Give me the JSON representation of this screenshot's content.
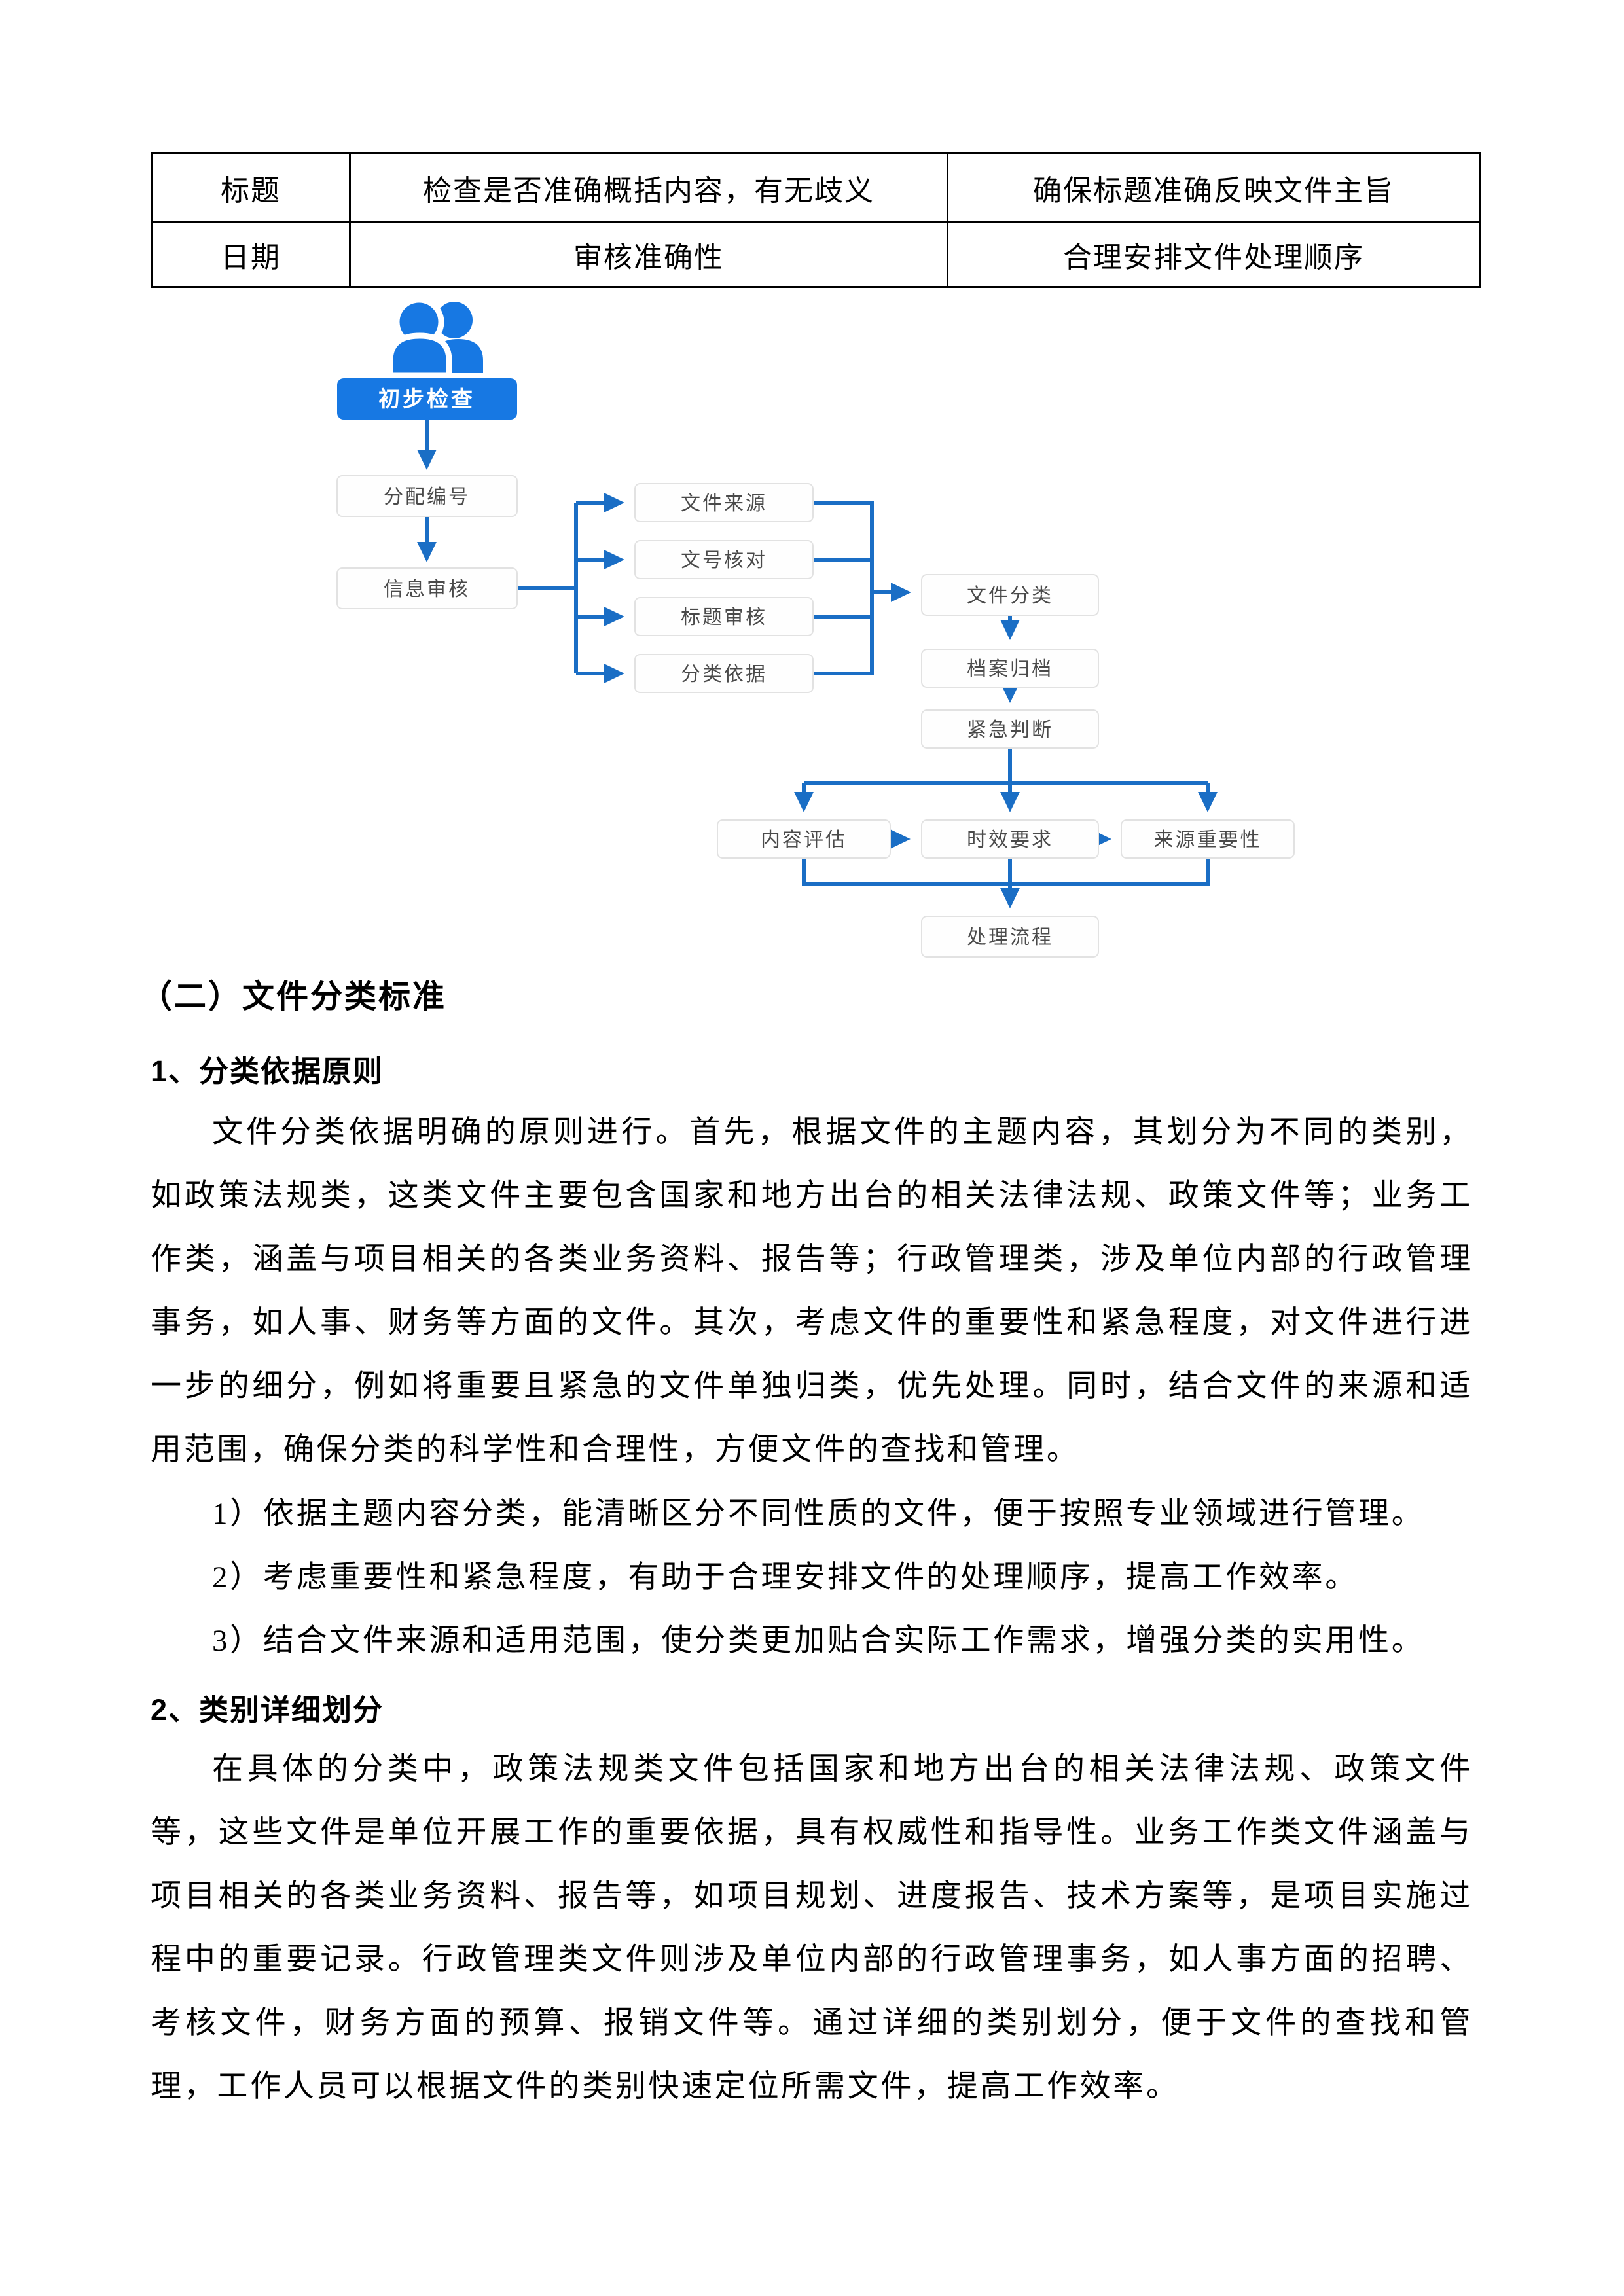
{
  "colors": {
    "accent_blue": "#1778e3",
    "line_blue": "#1a6ec5",
    "box_border": "#e2e2e2",
    "box_text": "#4a4a4a",
    "table_border": "#000000"
  },
  "table": {
    "rows": [
      {
        "label": "标题",
        "check": "检查是否准确概括内容，有无歧义",
        "purpose": "确保标题准确反映文件主旨"
      },
      {
        "label": "日期",
        "check": "审核准确性",
        "purpose": "合理安排文件处理顺序"
      }
    ]
  },
  "flowchart": {
    "icon": "people-icon",
    "nodes": {
      "start": "初步检查",
      "assign": "分配编号",
      "review": "信息审核",
      "branch_source": "文件来源",
      "branch_number": "文号核对",
      "branch_title": "标题审核",
      "branch_basis": "分类依据",
      "classify": "文件分类",
      "archive": "档案归档",
      "urgent": "紧急判断",
      "eval_content": "内容评估",
      "eval_time": "时效要求",
      "eval_origin": "来源重要性",
      "process": "处理流程"
    }
  },
  "content": {
    "heading": "（二）文件分类标准",
    "sub1": "1、分类依据原则",
    "para1": "文件分类依据明确的原则进行。首先，根据文件的主题内容，其划分为不同的类别，如政策法规类，这类文件主要包含国家和地方出台的相关法律法规、政策文件等；业务工作类，涵盖与项目相关的各类业务资料、报告等；行政管理类，涉及单位内部的行政管理事务，如人事、财务等方面的文件。其次，考虑文件的重要性和紧急程度，对文件进行进一步的细分，例如将重要且紧急的文件单独归类，优先处理。同时，结合文件的来源和适用范围，确保分类的科学性和合理性，方便文件的查找和管理。",
    "list": [
      "1）依据主题内容分类，能清晰区分不同性质的文件，便于按照专业领域进行管理。",
      "2）考虑重要性和紧急程度，有助于合理安排文件的处理顺序，提高工作效率。",
      "3）结合文件来源和适用范围，使分类更加贴合实际工作需求，增强分类的实用性。"
    ],
    "sub2": "2、类别详细划分",
    "para2": "在具体的分类中，政策法规类文件包括国家和地方出台的相关法律法规、政策文件等，这些文件是单位开展工作的重要依据，具有权威性和指导性。业务工作类文件涵盖与项目相关的各类业务资料、报告等，如项目规划、进度报告、技术方案等，是项目实施过程中的重要记录。行政管理类文件则涉及单位内部的行政管理事务，如人事方面的招聘、考核文件，财务方面的预算、报销文件等。通过详细的类别划分，便于文件的查找和管理，工作人员可以根据文件的类别快速定位所需文件，提高工作效率。"
  }
}
